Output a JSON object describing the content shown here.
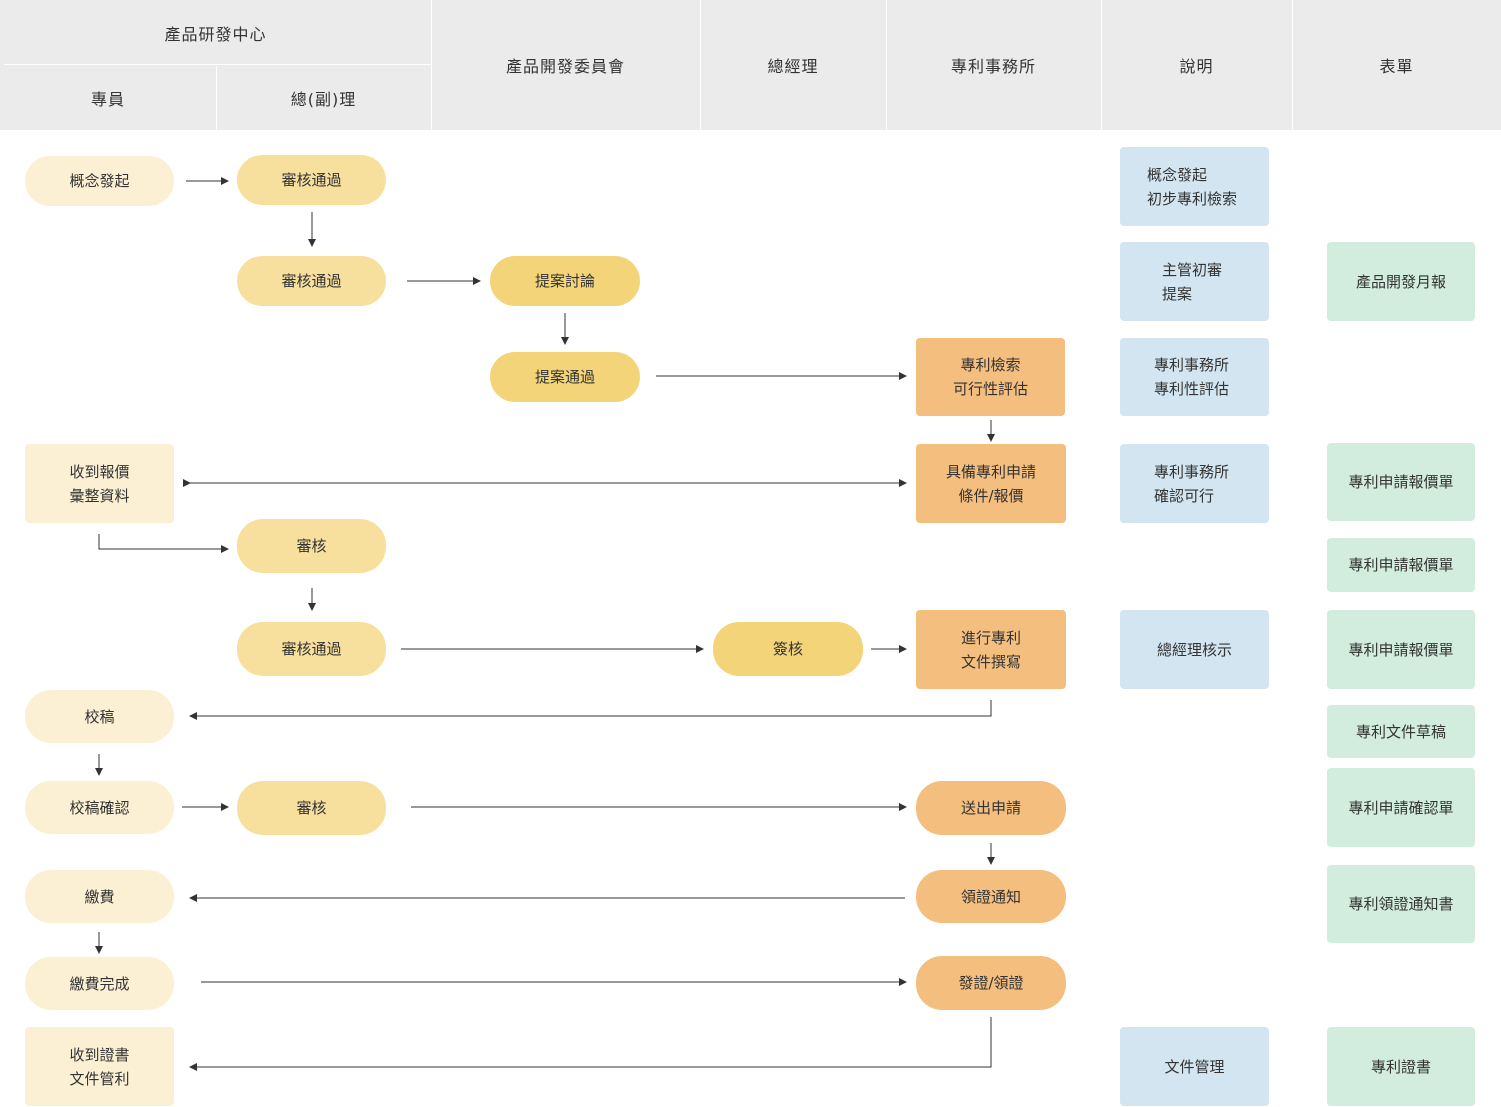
{
  "header": {
    "group_title": "產品研發中心",
    "specialist": "專員",
    "manager": "總(副)理",
    "committee": "產品開發委員會",
    "gm": "總經理",
    "patent_office": "專利事務所",
    "notes": "說明",
    "forms": "表單"
  },
  "nodes": {
    "concept_start": "概念發起",
    "review_pass_1": "審核通過",
    "review_pass_2": "審核通過",
    "proposal_discussion": "提案討論",
    "proposal_pass": "提案通過",
    "patent_search_eval": "專利檢索\n可行性評估",
    "patent_conditions_quote": "具備專利申請\n條件/報價",
    "receive_quote": "收到報價\n彙整資料",
    "review_3": "審核",
    "review_pass_3": "審核通過",
    "sign_approve": "簽核",
    "patent_drafting": "進行專利\n文件撰寫",
    "proofread": "校稿",
    "proofread_confirm": "校稿確認",
    "review_4": "審核",
    "submit_application": "送出申請",
    "certificate_notice": "領證通知",
    "pay_fee": "繳費",
    "fee_complete": "繳費完成",
    "issue_certificate": "發證/領證",
    "receive_certificate": "收到證書\n文件管利"
  },
  "notes": {
    "n1": "概念發起\n初步專利檢索",
    "n2": "主管初審\n提案",
    "n3": "專利事務所\n專利性評估",
    "n4": "專利事務所\n確認可行",
    "n5": "總經理核示",
    "n6": "文件管理"
  },
  "forms": {
    "f1": "產品開發月報",
    "f2": "專利申請報價單",
    "f3": "專利申請報價單",
    "f4": "專利申請報價單",
    "f5": "專利文件草稿",
    "f6": "專利申請確認單",
    "f7": "專利領證通知書",
    "f8": "專利證書"
  },
  "colors": {
    "header_bg": "#ebebeb",
    "light_yellow": "#fcf0d4",
    "yellow": "#f7e09e",
    "gold": "#f3d478",
    "orange": "#f4be7f",
    "blue": "#d3e5f0",
    "green": "#d2ecdd",
    "arrow": "#333333"
  }
}
